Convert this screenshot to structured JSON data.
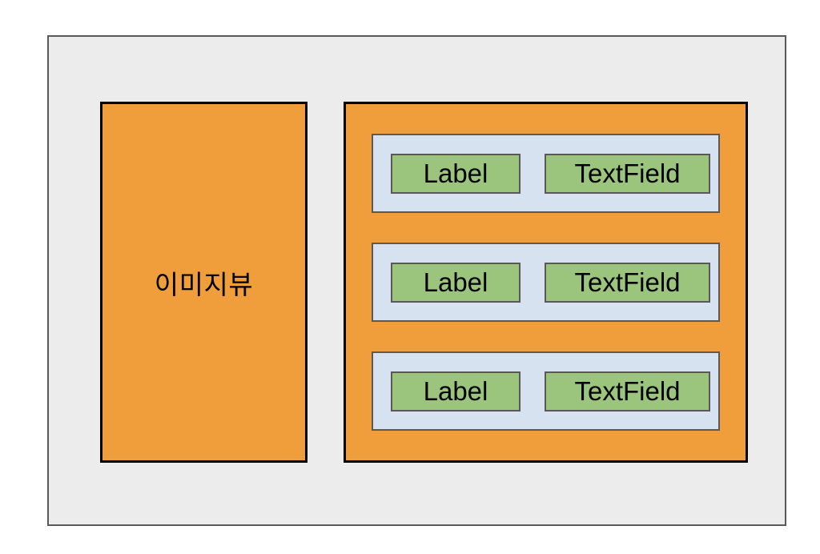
{
  "colors": {
    "page_bg": "#FFFFFF",
    "frame_bg": "#ECECEC",
    "frame_border": "#595959",
    "orange": "#F09D3C",
    "orange_border": "#000000",
    "row_bg": "#D6E2F0",
    "box_bg": "#9BC47D",
    "inner_border": "#595959",
    "text": "#000000"
  },
  "diagram": {
    "image_view": {
      "text": "이미지뷰"
    },
    "rows": [
      {
        "label": "Label",
        "textfield": "TextField"
      },
      {
        "label": "Label",
        "textfield": "TextField"
      },
      {
        "label": "Label",
        "textfield": "TextField"
      }
    ]
  }
}
